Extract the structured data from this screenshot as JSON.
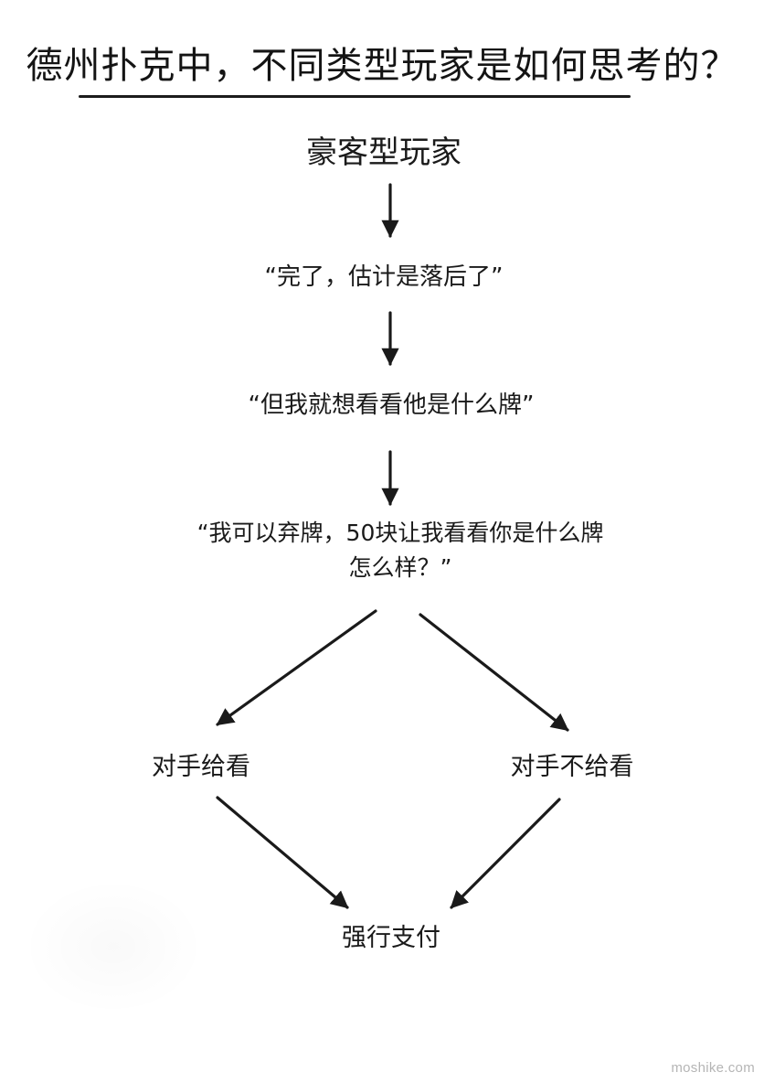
{
  "title": "德州扑克中，不同类型玩家是如何思考的？",
  "nodes": {
    "player_type": "豪客型玩家",
    "thought_1": "“完了，估计是落后了”",
    "thought_2": "“但我就想看看他是什么牌”",
    "thought_3_line1": "“我可以弃牌，50块让我看看你是什么牌",
    "thought_3_line2": "怎么样？”",
    "branch_left": "对手给看",
    "branch_right": "对手不给看",
    "result": "强行支付"
  },
  "watermark": "moshike.com"
}
